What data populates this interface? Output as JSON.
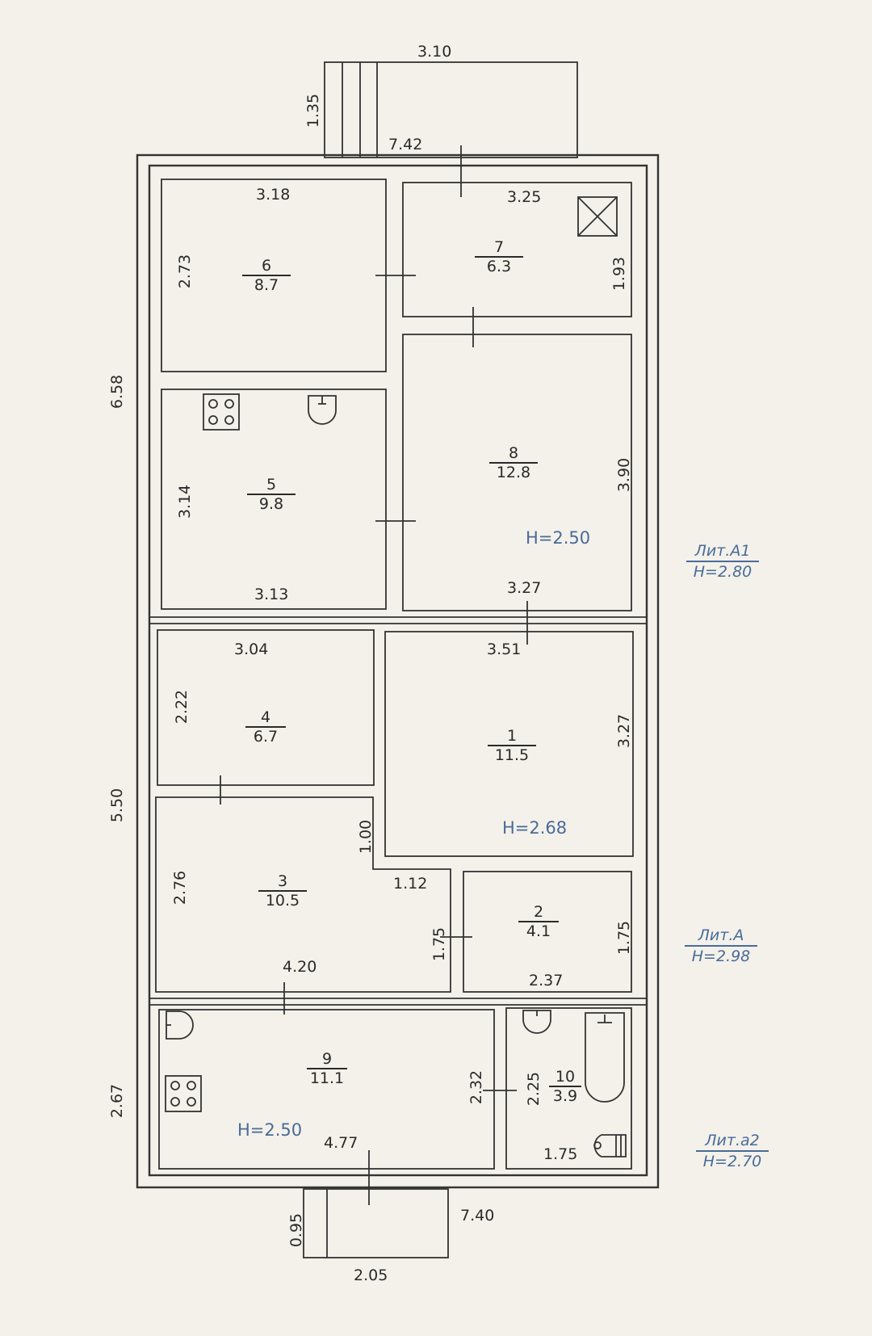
{
  "plan": {
    "porch_top": {
      "width": "3.10",
      "depth": "1.35"
    },
    "porch_bottom": {
      "width": "2.05",
      "depth": "0.95"
    },
    "outer": {
      "top_length": "7.42",
      "bottom_length": "7.40",
      "left_upper": "6.58",
      "left_middle": "5.50",
      "left_lower": "2.67"
    },
    "rooms": [
      {
        "no": "1",
        "area": "11.5",
        "width": "3.51",
        "height": "3.27",
        "ceiling": "H=2.68"
      },
      {
        "no": "2",
        "area": "4.1",
        "width": "2.37",
        "height": "1.75"
      },
      {
        "no": "3",
        "area": "10.5",
        "width": "4.20",
        "height": "2.76",
        "notch_w": "1.12",
        "notch_h": "1.00",
        "side": "1.75"
      },
      {
        "no": "4",
        "area": "6.7",
        "width": "3.04",
        "height": "2.22"
      },
      {
        "no": "5",
        "area": "9.8",
        "width": "3.13",
        "height": "3.14"
      },
      {
        "no": "6",
        "area": "8.7",
        "width": "3.18",
        "height": "2.73"
      },
      {
        "no": "7",
        "area": "6.3",
        "width": "3.25",
        "height": "1.93"
      },
      {
        "no": "8",
        "area": "12.8",
        "width": "3.27",
        "height": "3.90",
        "ceiling": "H=2.50"
      },
      {
        "no": "9",
        "area": "11.1",
        "width": "4.77",
        "height": "2.32",
        "ceiling": "H=2.50"
      },
      {
        "no": "10",
        "area": "3.9",
        "width": "1.75",
        "height": "2.25"
      }
    ],
    "liters": [
      {
        "name": "Лит.А1",
        "height": "H=2.80"
      },
      {
        "name": "Лит.А",
        "height": "H=2.98"
      },
      {
        "name": "Лит.а2",
        "height": "H=2.70"
      }
    ]
  }
}
